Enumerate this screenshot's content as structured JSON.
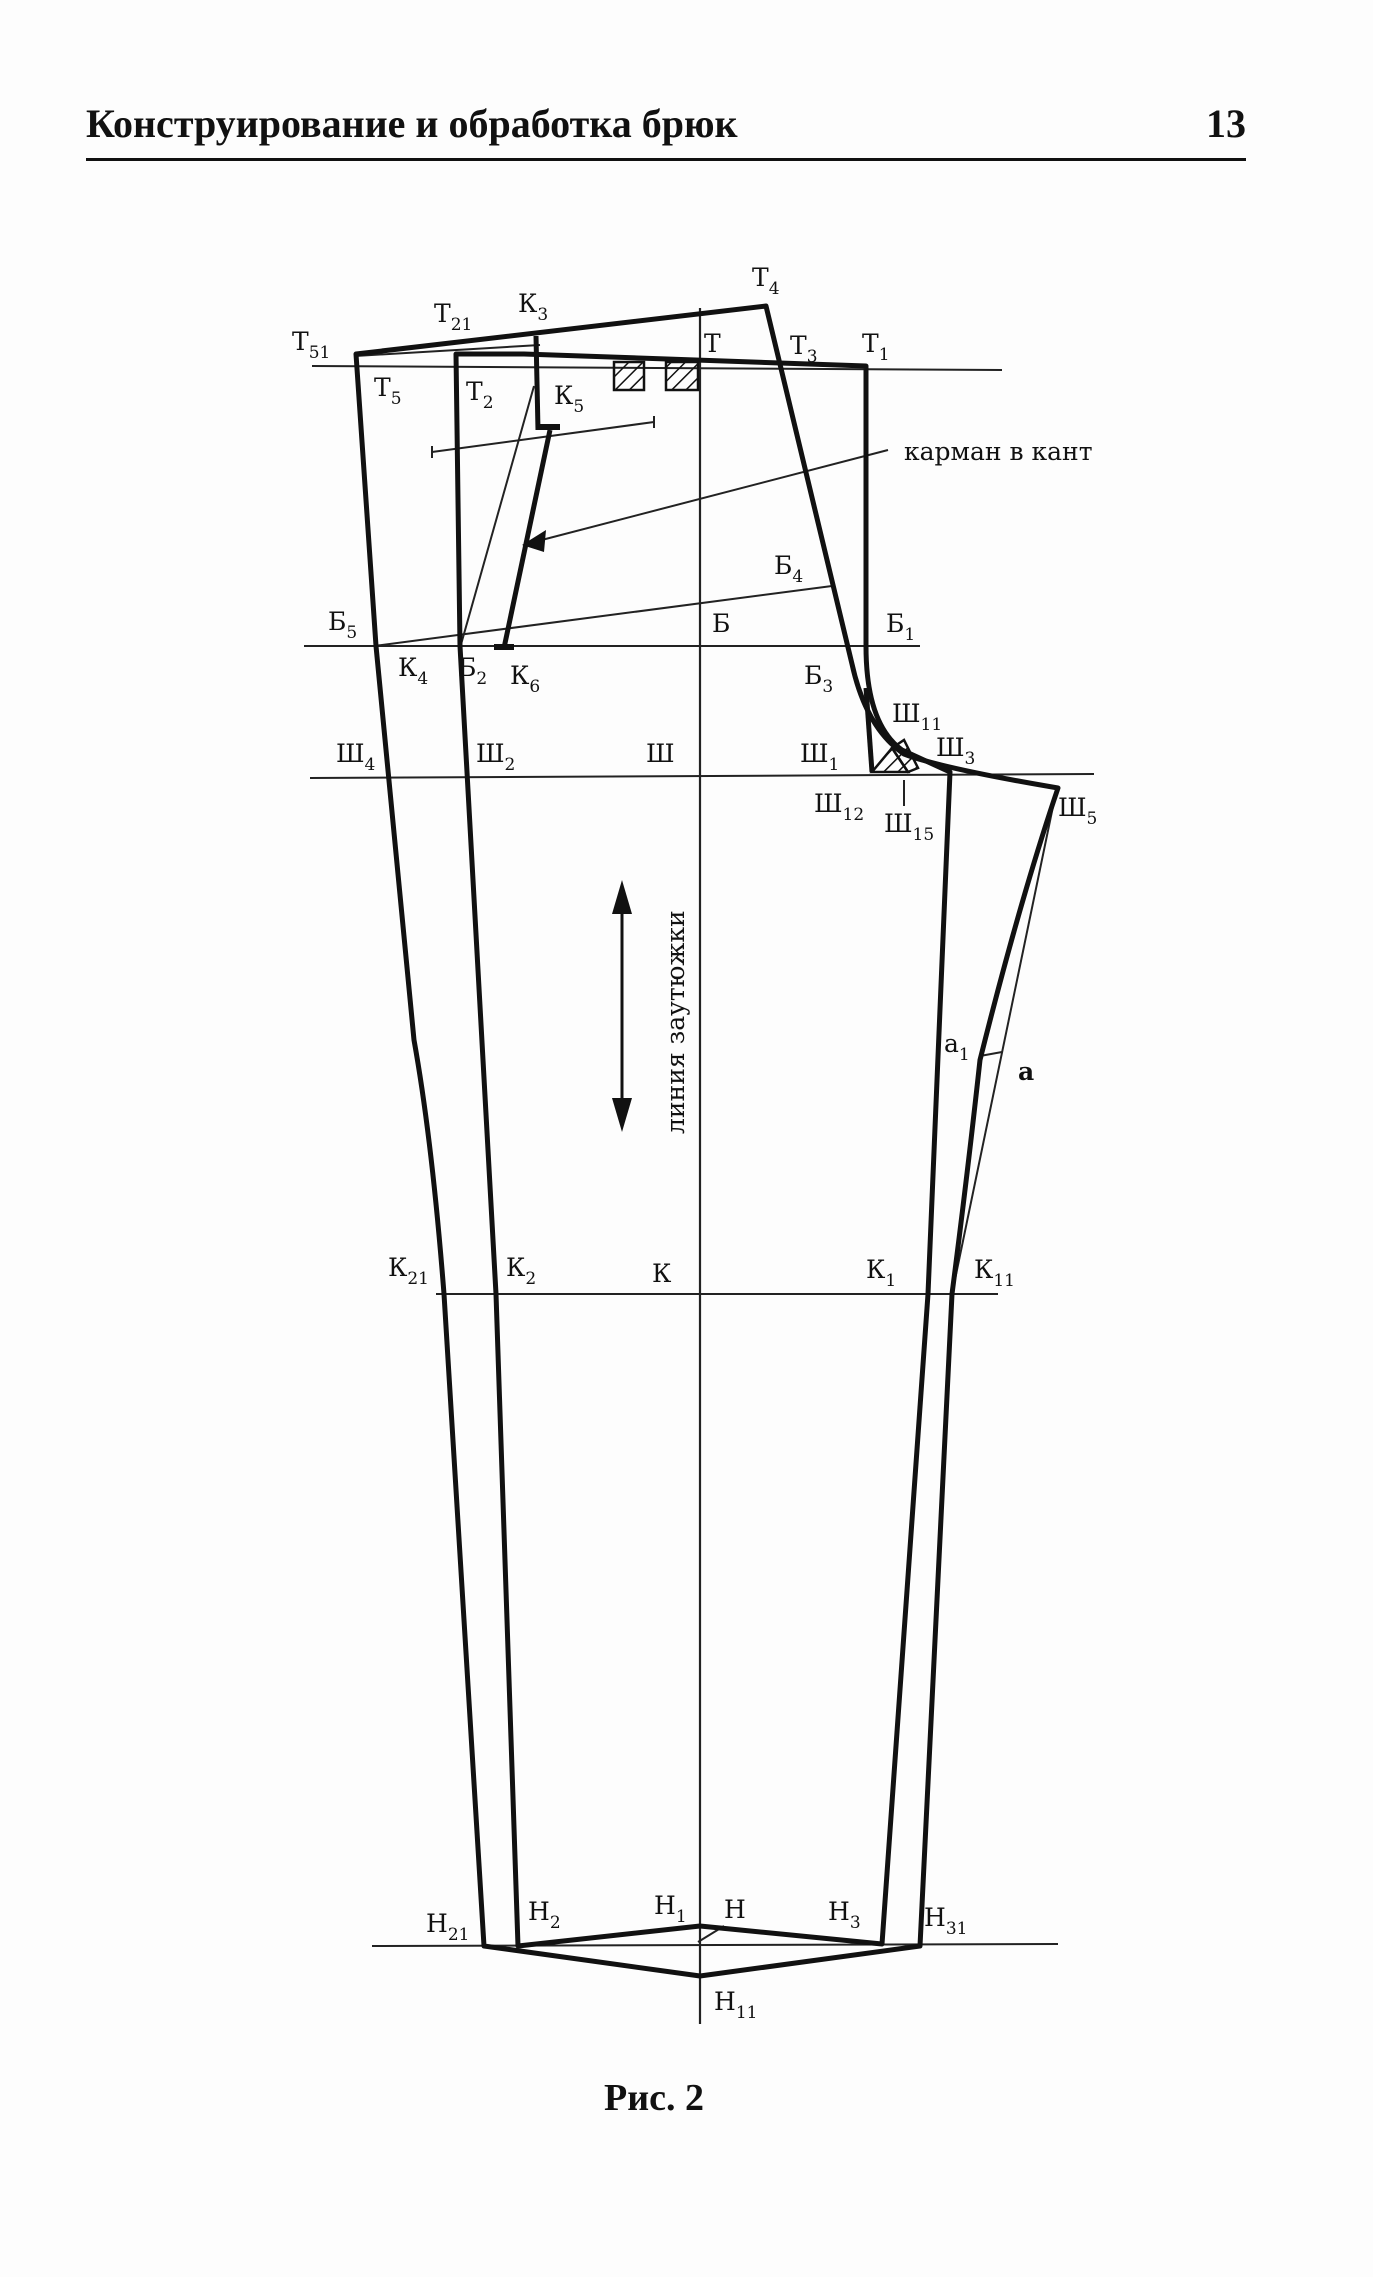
{
  "header": {
    "title": "Конструирование и обработка брюк",
    "page_number": "13"
  },
  "diagram": {
    "caption": "Рис. 2",
    "annotations": {
      "pocket": "карман в кант",
      "crease_line": "линия заутюжки",
      "a": "а"
    },
    "points": [
      {
        "base": "Т",
        "sub": "51"
      },
      {
        "base": "Т",
        "sub": "21"
      },
      {
        "base": "К",
        "sub": "3"
      },
      {
        "base": "Т",
        "sub": "4"
      },
      {
        "base": "Т",
        "sub": ""
      },
      {
        "base": "Т",
        "sub": "3"
      },
      {
        "base": "Т",
        "sub": "1"
      },
      {
        "base": "Т",
        "sub": "5"
      },
      {
        "base": "Т",
        "sub": "2"
      },
      {
        "base": "К",
        "sub": "5"
      },
      {
        "base": "Б",
        "sub": "4"
      },
      {
        "base": "Б",
        "sub": "5"
      },
      {
        "base": "Б",
        "sub": ""
      },
      {
        "base": "Б",
        "sub": "1"
      },
      {
        "base": "К",
        "sub": "4"
      },
      {
        "base": "Б",
        "sub": "2"
      },
      {
        "base": "К",
        "sub": "6"
      },
      {
        "base": "Б",
        "sub": "3"
      },
      {
        "base": "Ш",
        "sub": "11"
      },
      {
        "base": "Ш",
        "sub": "4"
      },
      {
        "base": "Ш",
        "sub": "2"
      },
      {
        "base": "Ш",
        "sub": ""
      },
      {
        "base": "Ш",
        "sub": "1"
      },
      {
        "base": "Ш",
        "sub": "3"
      },
      {
        "base": "Ш",
        "sub": "12"
      },
      {
        "base": "Ш",
        "sub": "15"
      },
      {
        "base": "Ш",
        "sub": "5"
      },
      {
        "base": "а",
        "sub": "1"
      },
      {
        "base": "К",
        "sub": "21"
      },
      {
        "base": "К",
        "sub": "2"
      },
      {
        "base": "К",
        "sub": ""
      },
      {
        "base": "К",
        "sub": "1"
      },
      {
        "base": "К",
        "sub": "11"
      },
      {
        "base": "Н",
        "sub": "21"
      },
      {
        "base": "Н",
        "sub": "2"
      },
      {
        "base": "Н",
        "sub": "1"
      },
      {
        "base": "Н",
        "sub": ""
      },
      {
        "base": "Н",
        "sub": "3"
      },
      {
        "base": "Н",
        "sub": "31"
      },
      {
        "base": "Н",
        "sub": "11"
      }
    ]
  }
}
